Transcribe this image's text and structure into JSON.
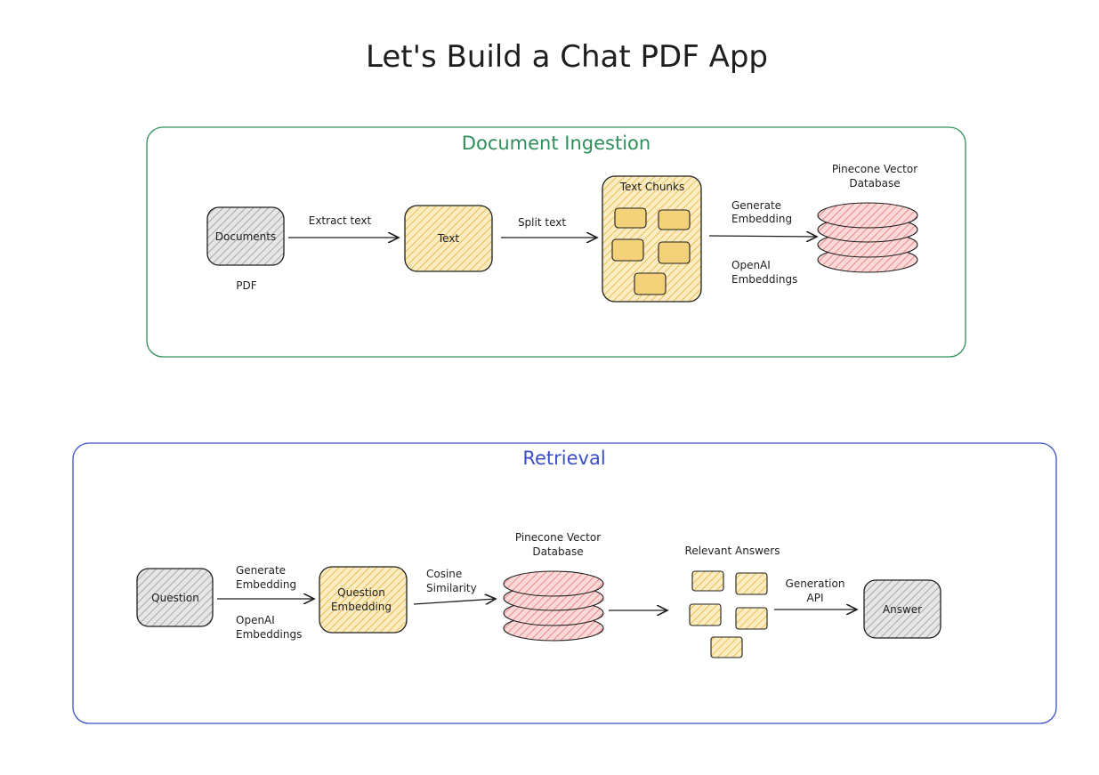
{
  "title": "Let's Build a Chat PDF App",
  "colors": {
    "ingestion": "#2f8f5b",
    "retrieval": "#3b4fc4",
    "gray_fill": "#cfcfcf",
    "yellow_fill": "#f4d27a",
    "red_fill": "#f2a2a2",
    "stroke": "#1e1e1e"
  },
  "ingestion": {
    "title": "Document Ingestion",
    "documents_label": "Documents",
    "pdf_label": "PDF",
    "extract_label": "Extract text",
    "text_label": "Text",
    "split_label": "Split text",
    "chunks_label": "Text Chunks",
    "generate_label_1": "Generate",
    "generate_label_2": "Embedding",
    "openai_label_1": "OpenAI",
    "openai_label_2": "Embeddings",
    "db_label_1": "Pinecone Vector",
    "db_label_2": "Database"
  },
  "retrieval": {
    "title": "Retrieval",
    "question_label": "Question",
    "generate_label_1": "Generate",
    "generate_label_2": "Embedding",
    "openai_label_1": "OpenAI",
    "openai_label_2": "Embeddings",
    "qembed_label_1": "Question",
    "qembed_label_2": "Embedding",
    "cosine_label_1": "Cosine",
    "cosine_label_2": "Similarity",
    "db_label_1": "Pinecone Vector",
    "db_label_2": "Database",
    "relevant_label": "Relevant Answers",
    "generation_label_1": "Generation",
    "generation_label_2": "API",
    "answer_label": "Answer"
  }
}
